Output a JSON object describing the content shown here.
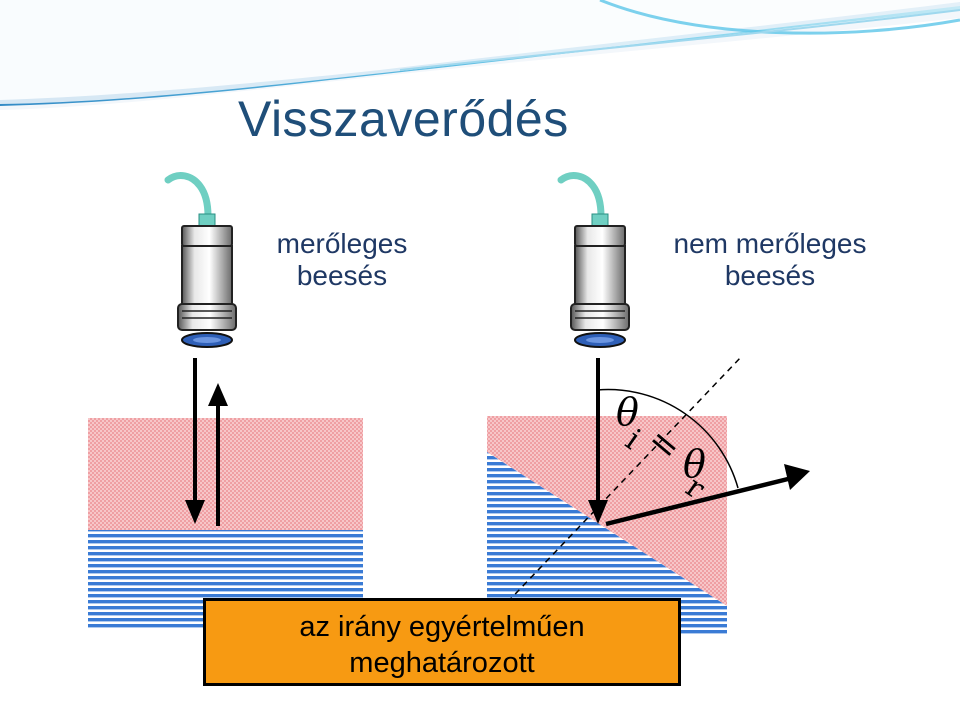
{
  "title": "Visszaverődés",
  "left_label": {
    "line1": "merőleges",
    "line2": "beesés"
  },
  "right_label": {
    "line1": "nem merőleges",
    "line2": "beesés"
  },
  "angle_relation": {
    "theta": "θ",
    "sub_i": "i",
    "equals": "=",
    "sub_r": "r"
  },
  "conclusion": {
    "line1": "az irány egyértelműen",
    "line2": "meghatározott"
  },
  "colors": {
    "title": "#1f4e79",
    "top_medium": "#f4b3b5",
    "bottom_medium": "#3a7bd5",
    "conclusion_bg": "#f79a12",
    "probe_cable": "#6fcfc2",
    "probe_face": "#2e5fb7"
  }
}
